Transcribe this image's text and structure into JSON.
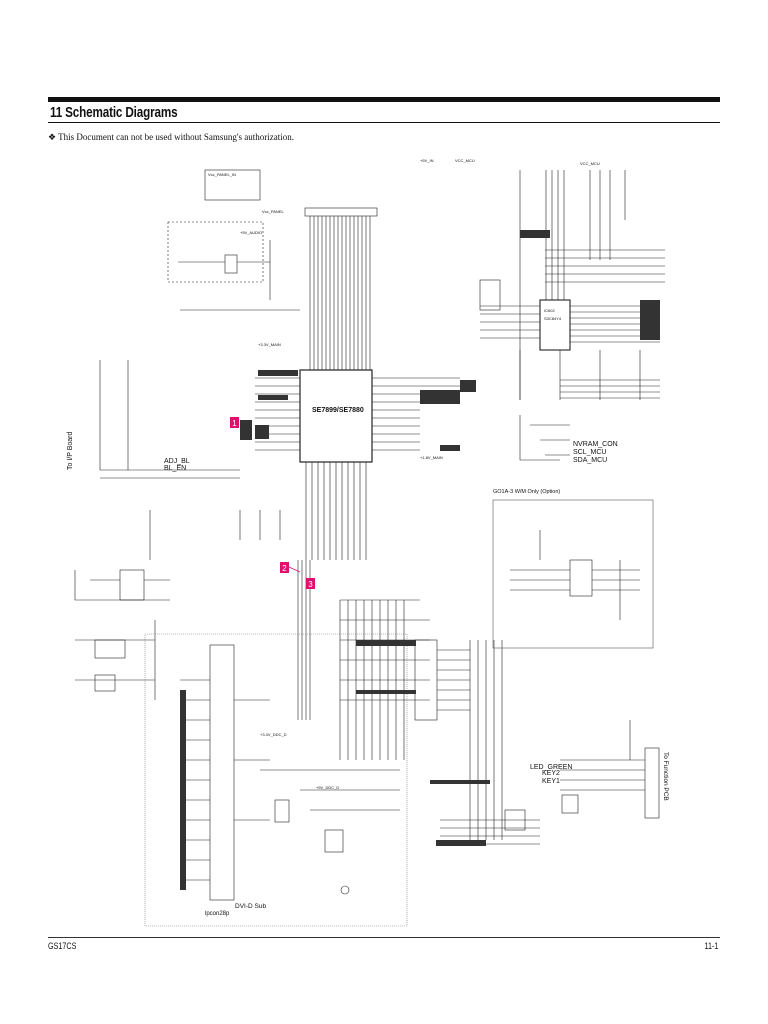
{
  "header": {
    "title": "11 Schematic Diagrams",
    "notice": "❖ This Document can not be used without Samsung's authorization."
  },
  "schematic": {
    "main_ic_label": "SE7899/SE7880",
    "mcu_label": "S3C84Y4",
    "mcu_ref": "IC602",
    "net_labels": {
      "vcc_5v_in": "+5V_IN",
      "vcc_mcu": "VCC_MCU",
      "v33_main": "+3.3V_MAIN",
      "v18_main": "+1.8V_MAIN",
      "v5_audio": "+5V_AUDIO",
      "vcc_panel_in": "Vcc_PANEL_IN",
      "vcc_panel": "Vcc_PANEL",
      "v33_ddc_d": "+3.3V_DDC_D",
      "v5_ddc_d": "+5V_DDC_D"
    },
    "adj_bl": "ADJ_BL",
    "bl_en": "BL_EN",
    "to_ip_board": "To I/P Board",
    "nvram_con": "NVRAM_CON",
    "scl_mcu": "SCL_MCU",
    "sda_mcu": "SDA_MCU",
    "audio_option": "GO1A-3 W/M Only (Option)",
    "led_green": "LED_GREEN",
    "key1": "KEY1",
    "key2": "KEY2",
    "to_function_pcb": "To Function PCB",
    "dvi_d_sub": "DVI-D Sub",
    "lpcon": "lpcon28p",
    "markers": [
      "1",
      "2",
      "3"
    ],
    "marker_color": "#e0106e",
    "line_color": "#222222"
  },
  "footer": {
    "model": "GS17CS",
    "page": "11-1"
  }
}
